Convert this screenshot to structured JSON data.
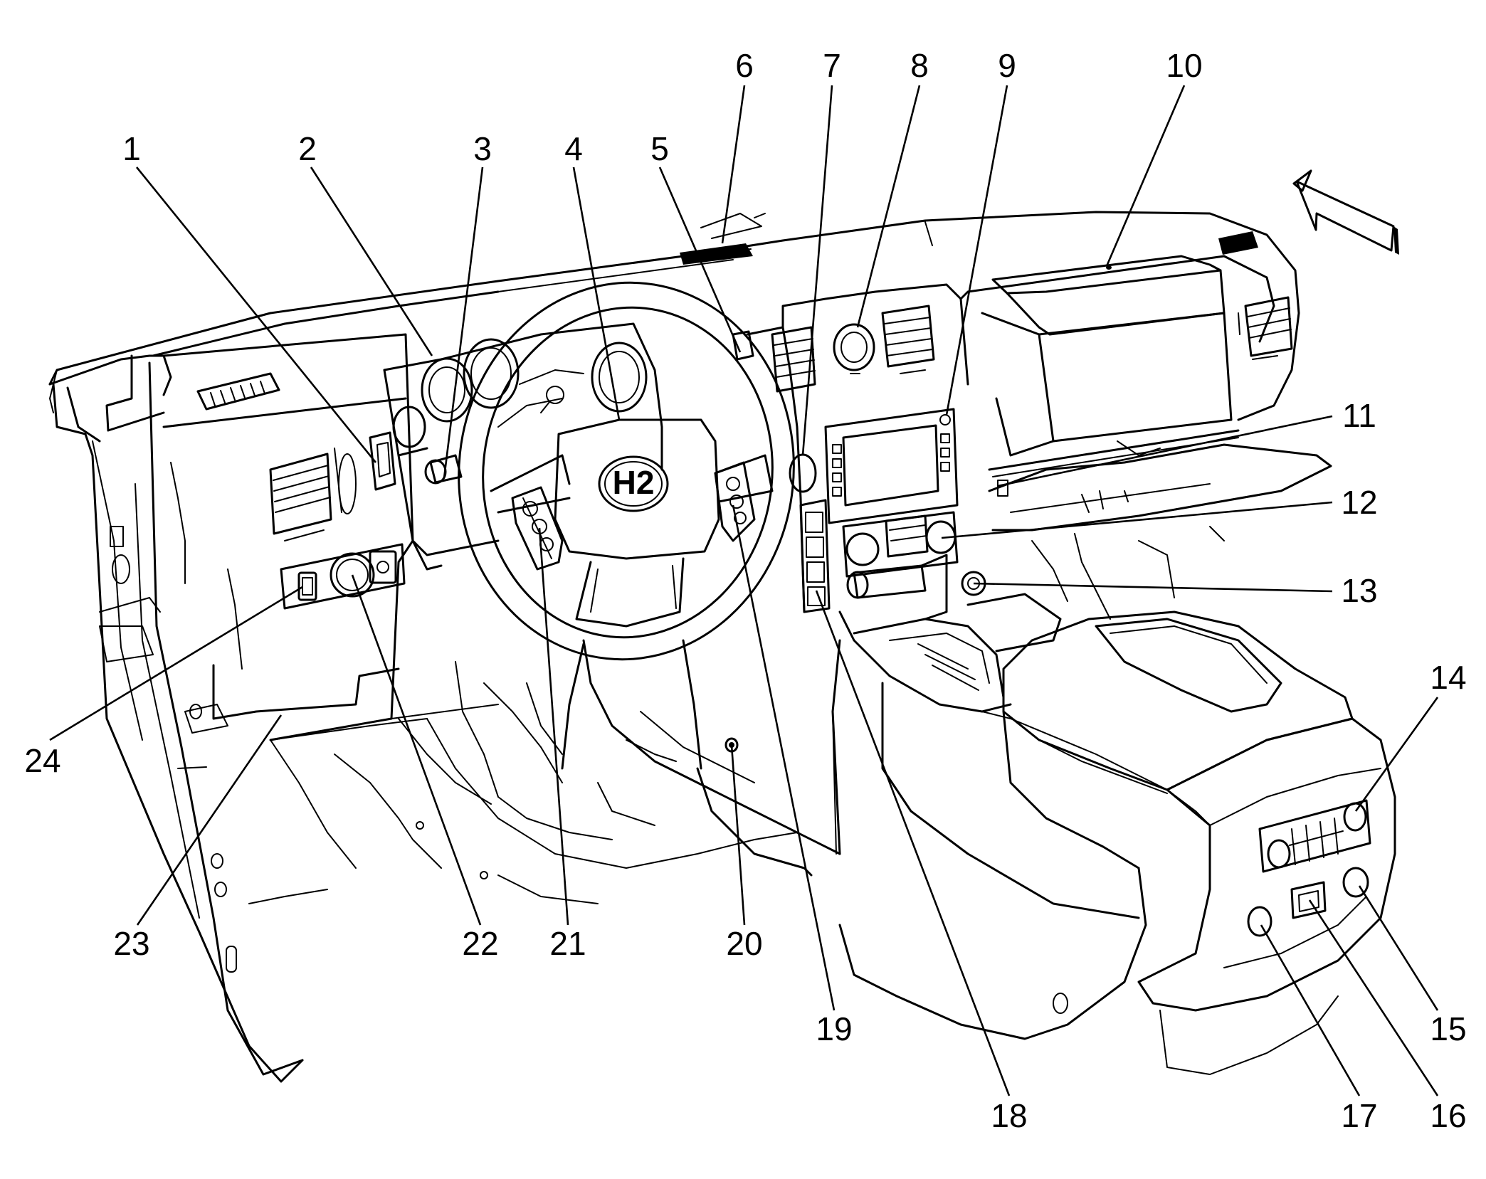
{
  "callouts": [
    "1",
    "2",
    "3",
    "4",
    "5",
    "6",
    "7",
    "8",
    "9",
    "10",
    "11",
    "12",
    "13",
    "14",
    "15",
    "16",
    "17",
    "18",
    "19",
    "20",
    "21",
    "22",
    "23",
    "24"
  ],
  "logo_text": "H2"
}
